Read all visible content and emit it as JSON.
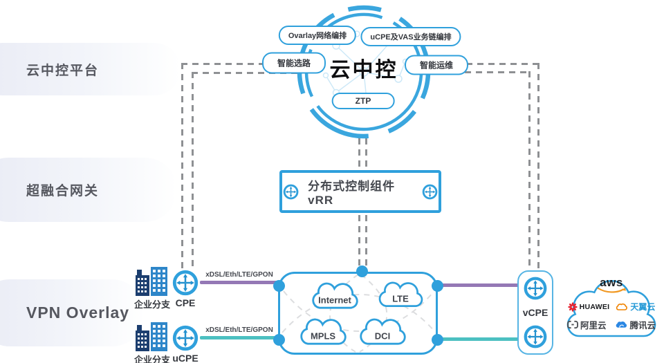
{
  "layers": {
    "cloud_platform": {
      "label": "云中控平台"
    },
    "gateway": {
      "label": "超融合网关"
    },
    "vpn_overlay": {
      "label": "VPN Overlay"
    }
  },
  "control_circle": {
    "title": "云中控",
    "pill_orchestration": "Ovarlay网络编排",
    "pill_ucpe_vas": "uCPE及VAS业务链编排",
    "pill_smart_routing": "智能选路",
    "pill_smart_ops": "智能运维",
    "pill_ztp": "ZTP"
  },
  "vrr": {
    "label": "分布式控制组件vRR"
  },
  "branches": [
    {
      "site": "企业分支",
      "device": "CPE",
      "link": "xDSL/Eth/LTE/GPON"
    },
    {
      "site": "企业分支",
      "device": "uCPE",
      "link": "xDSL/Eth/LTE/GPON"
    }
  ],
  "transport": {
    "clouds": [
      "Internet",
      "LTE",
      "MPLS",
      "DCI"
    ]
  },
  "vcpe": {
    "label": "vCPE"
  },
  "providers": {
    "aws": "aws",
    "huawei": "HUAWEI",
    "tianyi": "天翼云",
    "alibaba": "阿里云",
    "tencent": "腾讯云"
  },
  "colors": {
    "accent_blue": "#2fa0dc",
    "line_purple": "#9478b5",
    "line_teal": "#4cc0c1",
    "dash_gray": "#8e9093",
    "building_dark": "#1c3e6f",
    "building_light": "#2e86c9"
  }
}
